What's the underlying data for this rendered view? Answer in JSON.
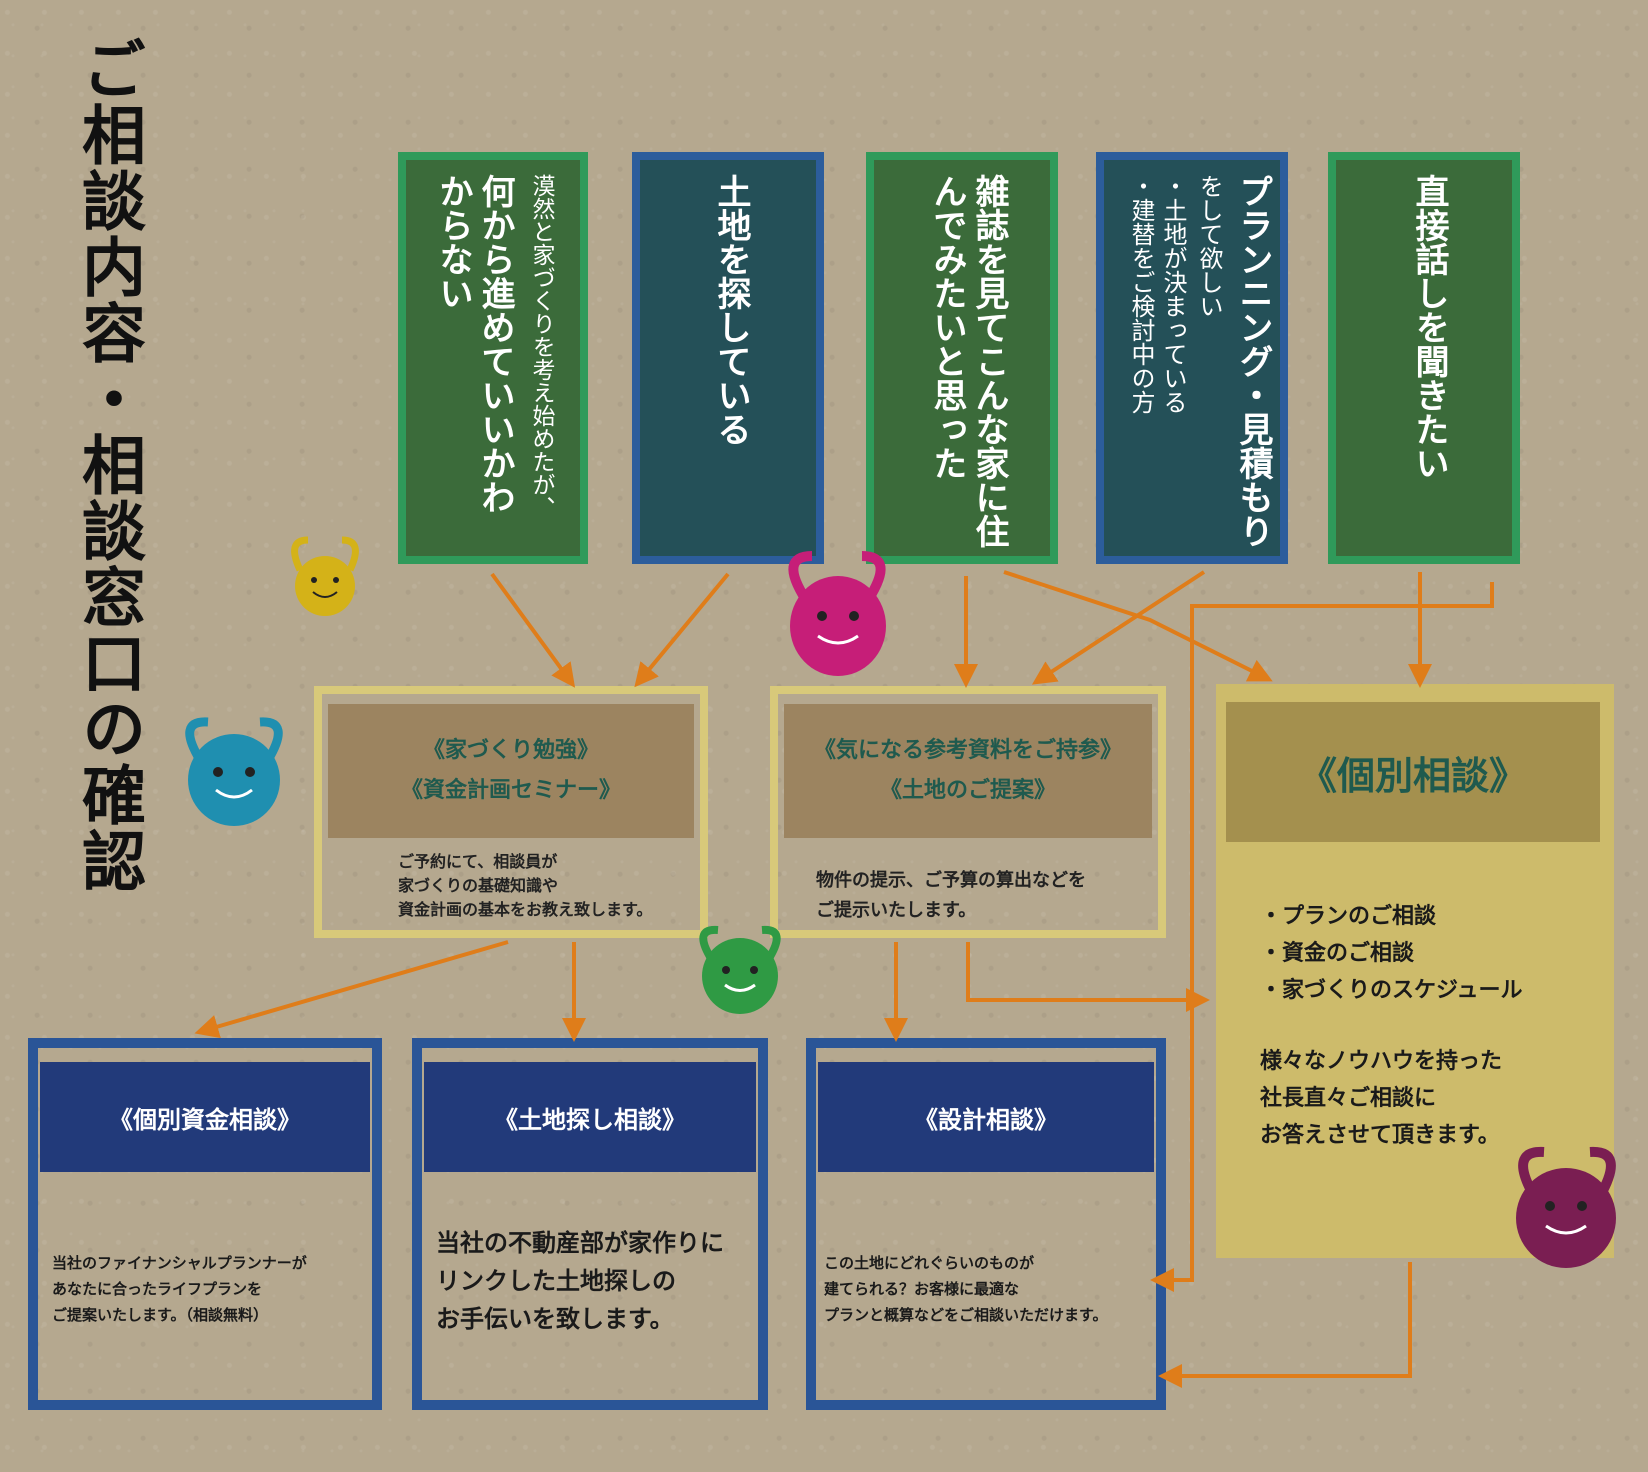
{
  "title": "ご相談内容・相談窓口の確認",
  "needs": [
    {
      "main": "何から進めていいかわからない",
      "sub": "漠然と家づくりを考え始めたが、"
    },
    {
      "main": "土地を探している"
    },
    {
      "main": "雑誌を見てこんな家に住んでみたいと思った"
    },
    {
      "main": "プランニング・見積もり",
      "sub1": "をして欲しい",
      "sub2": "・土地が決まっている",
      "sub3": "・建替をご検討中の方"
    },
    {
      "main": "直接話しを聞きたい"
    }
  ],
  "mid_left": {
    "title_1": "《家づくり勉強》",
    "title_2": "《資金計画セミナー》",
    "body": [
      "ご予約にて、相談員が",
      "家づくりの基礎知識や",
      "資金計画の基本をお教え致します。"
    ]
  },
  "mid_center": {
    "title_1": "《気になる参考資料をご持参》",
    "title_2": "《土地のご提案》",
    "body": [
      "物件の提示、ご予算の算出などを",
      "ご提示いたします。"
    ]
  },
  "right": {
    "title": "《個別相談》",
    "items": [
      "・プランのご相談",
      "・資金のご相談",
      "・家づくりのスケジュール"
    ],
    "body": [
      "様々なノウハウを持った",
      "社長直々ご相談に",
      "お答えさせて頂きます。"
    ]
  },
  "bottom": [
    {
      "title": "《個別資金相談》",
      "body": [
        "当社のファイナンシャルプランナーが",
        "あなたに合ったライフプランを",
        "ご提案いたします。（相談無料）"
      ]
    },
    {
      "title": "《土地探し相談》",
      "body": [
        "当社の不動産部が家作りに",
        "リンクした土地探しの",
        "お手伝いを致します。"
      ]
    },
    {
      "title": "《設計相談》",
      "body": [
        "この土地にどれぐらいのものが",
        "建てられる？お客様に最適な",
        "プランと概算などをご相談いただけます。"
      ]
    }
  ],
  "colors": {
    "arrow": "#df7d1a",
    "green_box": "#3b6b3a",
    "blue_box": "#245058",
    "mascot_yellow": "#d4b218",
    "mascot_magenta": "#c61e78",
    "mascot_cyan": "#1f8fb0",
    "mascot_green": "#2f9a44",
    "mascot_purple": "#7a1e52"
  }
}
